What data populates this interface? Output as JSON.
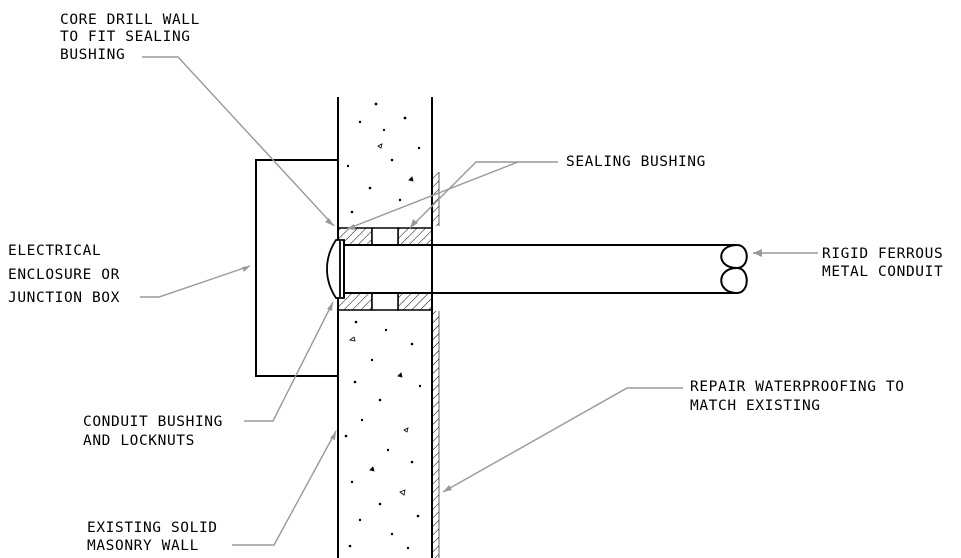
{
  "colors": {
    "line": "#000000",
    "leader": "#999999",
    "hatch": "#000000",
    "background": "#ffffff"
  },
  "labels": {
    "core_drill": [
      "CORE DRILL WALL",
      "TO FIT SEALING",
      "BUSHING"
    ],
    "sealing_bushing": [
      "SEALING BUSHING"
    ],
    "enclosure": [
      "ELECTRICAL",
      "ENCLOSURE OR",
      "JUNCTION BOX"
    ],
    "conduit": [
      "RIGID FERROUS",
      "METAL CONDUIT"
    ],
    "waterproofing": [
      "REPAIR WATERPROOFING TO",
      "MATCH EXISTING"
    ],
    "conduit_bushing": [
      "CONDUIT BUSHING",
      "AND LOCKNUTS"
    ],
    "masonry_wall": [
      "EXISTING SOLID",
      "MASONRY WALL"
    ]
  }
}
